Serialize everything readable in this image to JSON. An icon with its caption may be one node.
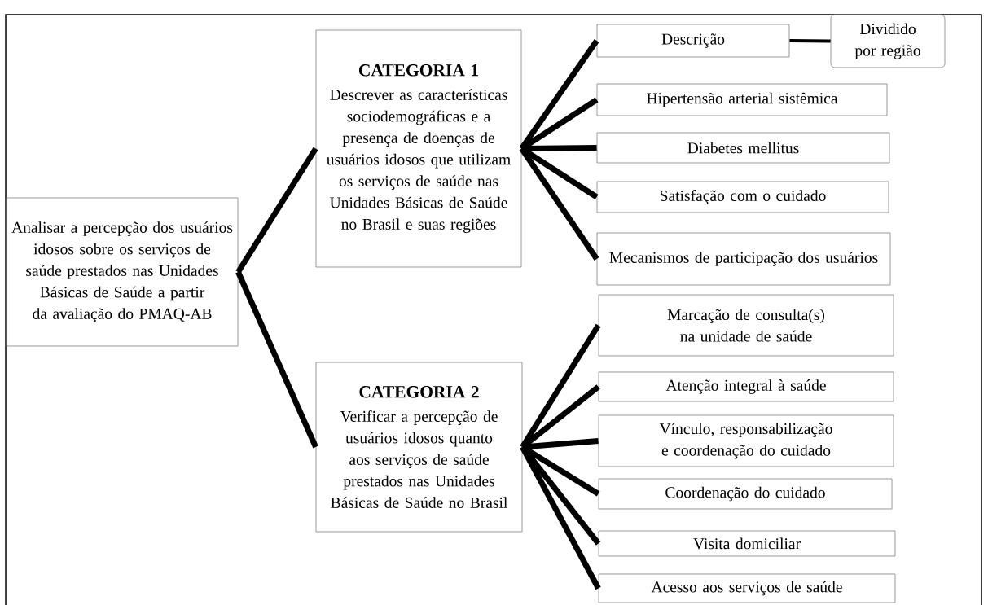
{
  "diagram": {
    "nodes": [
      {
        "text": [
          "Analisar a percepção dos usuários idosos sobre os serviços de saúde prestados nas Unidades Básicas de Saúde a partir da avaliação do PMAQ-AB"
        ]
      },
      {
        "text": [
          "CATEGORIA 1",
          "Descrever as características sociodemográficas e a presença de doenças de usuários idosos que utilizam os serviços de saúde nas Unidades Básicas de Saúde no Brasil e suas regiões"
        ]
      },
      {
        "text": [
          "CATEGORIA 2",
          "Verificar a percepção de usuários idosos quanto aos serviços de saúde prestados nas Unidades Básicas de Saúde no Brasil"
        ]
      },
      {
        "text": [
          "Descrição"
        ]
      },
      {
        "text": [
          "Dividido por região"
        ]
      },
      {
        "text": [
          "Hipertensão arterial sistêmica"
        ]
      },
      {
        "text": [
          "Diabetes mellitus"
        ]
      },
      {
        "text": [
          "Satisfação com o cuidado"
        ]
      },
      {
        "text": [
          "Mecanismos de participação dos usuários"
        ]
      },
      {
        "text": [
          "Marcação de consulta(s) na unidade de saúde"
        ]
      },
      {
        "text": [
          "Atenção integral à saúde"
        ]
      },
      {
        "text": [
          "Vínculo, responsabilização e coordenação do cuidado"
        ]
      },
      {
        "text": [
          "Coordenação do cuidado"
        ]
      },
      {
        "text": [
          "Visita domiciliar"
        ]
      },
      {
        "text": [
          "Acesso aos serviços de saúde"
        ]
      }
    ],
    "edges": [
      {
        "from": 0,
        "to": 1,
        "arrow": "none"
      },
      {
        "from": 0,
        "to": 2,
        "arrow": "none"
      },
      {
        "from": 1,
        "to": 3,
        "arrow": "none"
      },
      {
        "from": 3,
        "to": 4,
        "arrow": "none"
      },
      {
        "from": 1,
        "to": 5,
        "arrow": "none"
      },
      {
        "from": 1,
        "to": 6,
        "arrow": "none"
      },
      {
        "from": 1,
        "to": 7,
        "arrow": "none"
      },
      {
        "from": 1,
        "to": 8,
        "arrow": "none"
      },
      {
        "from": 2,
        "to": 9,
        "arrow": "none"
      },
      {
        "from": 2,
        "to": 10,
        "arrow": "none"
      },
      {
        "from": 2,
        "to": 11,
        "arrow": "none"
      },
      {
        "from": 2,
        "to": 12,
        "arrow": "none"
      },
      {
        "from": 2,
        "to": 13,
        "arrow": "none"
      },
      {
        "from": 2,
        "to": 14,
        "arrow": "none"
      }
    ]
  }
}
